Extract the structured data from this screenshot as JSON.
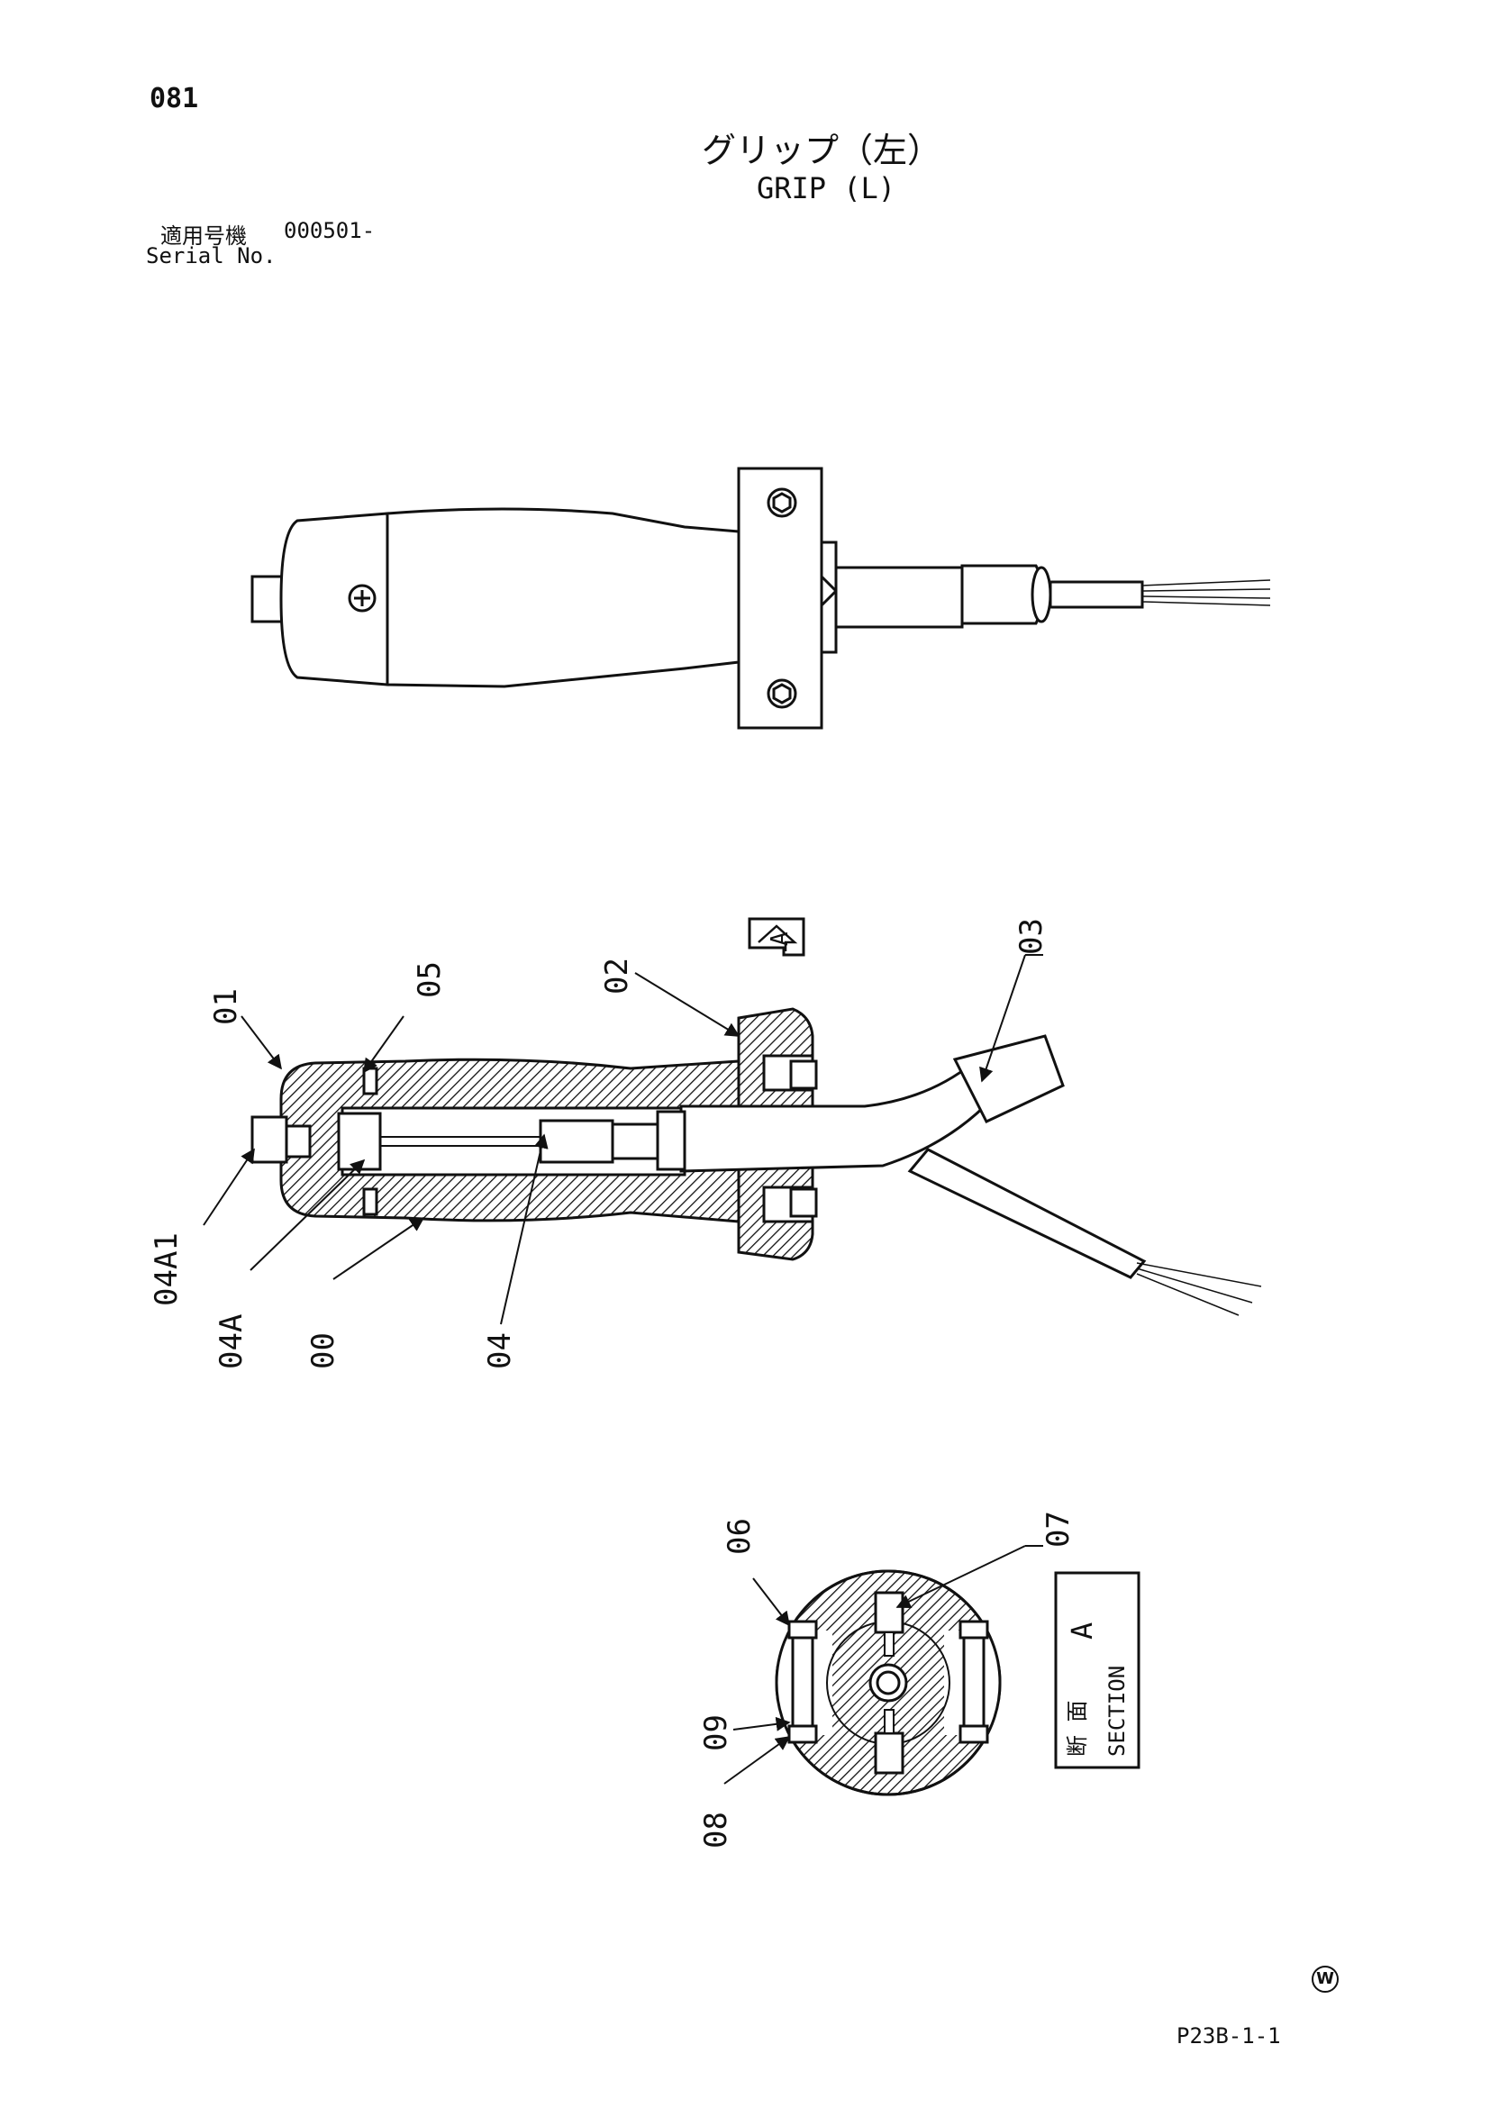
{
  "page": {
    "number": "081",
    "title_jp": "グリップ（左）",
    "title_en": "GRIP (L)",
    "serial_label_jp": "適用号機",
    "serial_label_en": "Serial No.",
    "serial_range": "000501-",
    "code": "P23B-1-1",
    "mark": "W"
  },
  "callouts": {
    "p00": "00",
    "p01": "01",
    "p02": "02",
    "p03": "03",
    "p04": "04",
    "p04a": "04A",
    "p04a1": "04A1",
    "p05": "05",
    "p06": "06",
    "p07": "07",
    "p08": "08",
    "p09": "09"
  },
  "section": {
    "view_marker": "A",
    "label_jp": "断 面",
    "label_letter": "A",
    "label_en": "SECTION"
  }
}
